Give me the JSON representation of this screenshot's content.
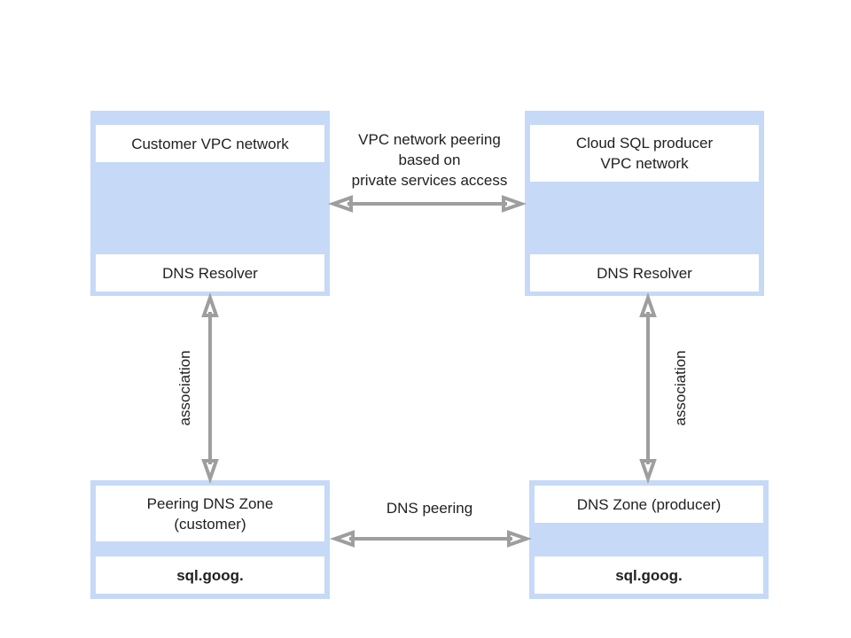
{
  "customer_vpc": {
    "title": "Customer VPC network",
    "resolver": "DNS Resolver"
  },
  "producer_vpc": {
    "title_line1": "Cloud SQL producer",
    "title_line2": "VPC network",
    "resolver": "DNS Resolver"
  },
  "customer_zone": {
    "title_line1": "Peering DNS Zone",
    "title_line2": "(customer)",
    "domain": "sql.goog."
  },
  "producer_zone": {
    "title": "DNS Zone (producer)",
    "domain": "sql.goog."
  },
  "connections": {
    "vpc_peering_line1": "VPC network peering",
    "vpc_peering_line2": "based on",
    "vpc_peering_line3": "private services access",
    "dns_peering": "DNS peering",
    "association_left": "association",
    "association_right": "association"
  },
  "colors": {
    "box_fill": "#c6d9f7",
    "arrow": "#9e9e9e"
  }
}
